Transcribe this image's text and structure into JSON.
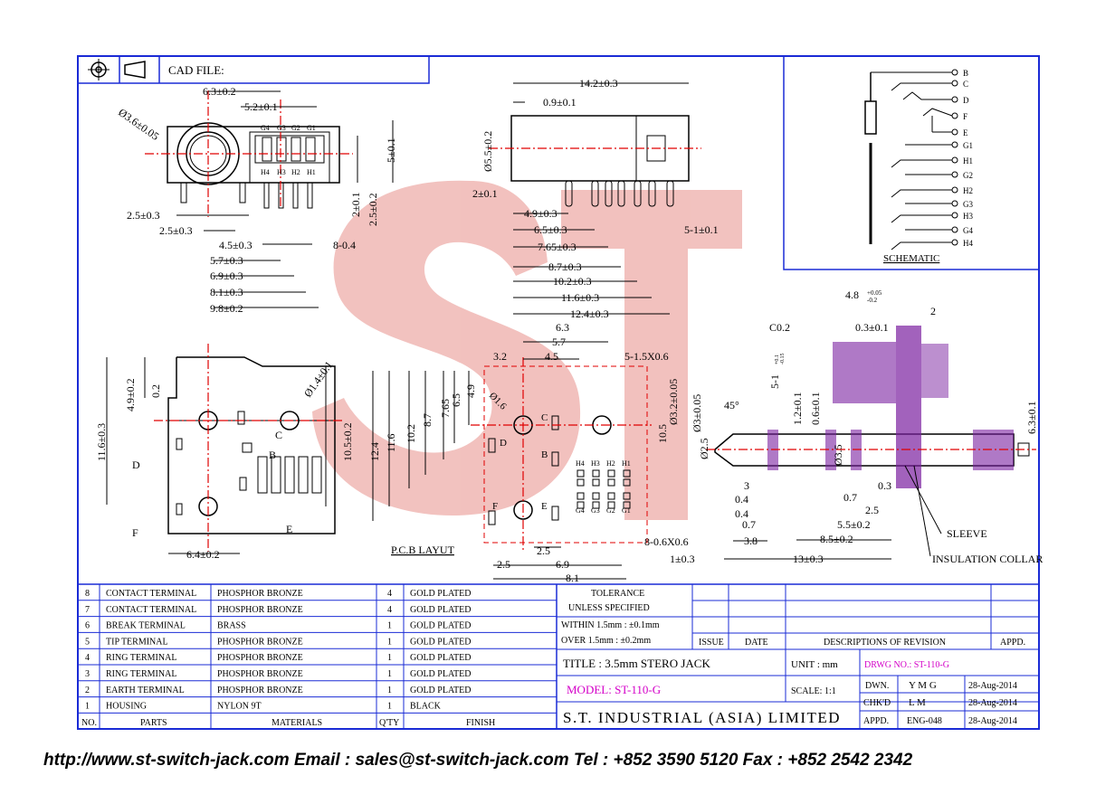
{
  "header": {
    "cad_label": "CAD FILE:"
  },
  "top_view": {
    "dims": [
      "6.3±0.2",
      "5.2±0.1",
      "Ø3.6±0.05",
      "5±0.1",
      "2±0.1",
      "2.5±0.2",
      "2.5±0.3",
      "2.5±0.3",
      "4.5±0.3",
      "5.7±0.3",
      "6.9±0.3",
      "8.1±0.3",
      "9.8±0.2",
      "8-0.4"
    ],
    "terminals_top": [
      "G4",
      "G3",
      "G2",
      "G1"
    ],
    "terminals_bottom": [
      "H4",
      "H3",
      "H2",
      "H1"
    ]
  },
  "side_view": {
    "dims": [
      "14.2±0.3",
      "0.9±0.1",
      "Ø5.5±0.2",
      "2±0.1",
      "4.9±0.3",
      "6.5±0.3",
      "7.65±0.3",
      "8.7±0.3",
      "10.2±0.3",
      "11.6±0.3",
      "12.4±0.3",
      "5-1±0.1"
    ]
  },
  "schematic": {
    "title": "SCHEMATIC",
    "pins": [
      "B",
      "C",
      "D",
      "F",
      "E",
      "G1",
      "H1",
      "G2",
      "H2",
      "G3",
      "H3",
      "G4",
      "H4"
    ]
  },
  "front_view": {
    "dims": [
      "4.9±0.2",
      "0.2",
      "11.6±0.3",
      "Ø1.4±0.1",
      "10.5±0.2",
      "6.4±0.2"
    ],
    "labels": [
      "D",
      "F",
      "C",
      "B",
      "E"
    ]
  },
  "pcb_layout": {
    "title": "P.C.B LAYUT",
    "dims": [
      "6.3",
      "5.7",
      "4.5",
      "3.2",
      "12.4",
      "11.6",
      "10.2",
      "8.7",
      "7.65",
      "6.5",
      "4.9",
      "Ø1.6",
      "10.5",
      "5-1.5X0.6",
      "Ø3.2±0.05",
      "2.5",
      "6.9",
      "8.1",
      "2.5",
      "8-0.6X0.6"
    ],
    "labels": [
      "C",
      "D",
      "B",
      "F",
      "E"
    ],
    "pad_top": [
      "H4",
      "H3",
      "H2",
      "H1"
    ],
    "pad_bottom": [
      "G4",
      "G3",
      "G2",
      "G1"
    ]
  },
  "plug_view": {
    "dims": [
      "4.8",
      "+0.05",
      "-0.2",
      "2",
      "C0.2",
      "0.3±0.1",
      "5-1",
      "+0.1",
      "-0.15",
      "1.2±0.1",
      "0.6±0.1",
      "6.3±0.1",
      "Ø3±0.05",
      "45°",
      "Ø2.5",
      "Ø3.5",
      "3",
      "0.4",
      "0.4",
      "0.7",
      "0.7",
      "2.5",
      "0.3",
      "5.5±0.2",
      "3.8",
      "8.5±0.2",
      "1±0.3",
      "13±0.3"
    ],
    "labels": [
      "SLEEVE",
      "INSULATION COLLAR"
    ]
  },
  "bom": {
    "headers": [
      "NO.",
      "PARTS",
      "MATERIALS",
      "Q'TY",
      "FINISH"
    ],
    "rows": [
      {
        "no": "8",
        "part": "CONTACT TERMINAL",
        "material": "PHOSPHOR BRONZE",
        "qty": "4",
        "finish": "GOLD PLATED"
      },
      {
        "no": "7",
        "part": "CONTACT TERMINAL",
        "material": "PHOSPHOR BRONZE",
        "qty": "4",
        "finish": "GOLD PLATED"
      },
      {
        "no": "6",
        "part": "BREAK TERMINAL",
        "material": "BRASS",
        "qty": "1",
        "finish": "GOLD PLATED"
      },
      {
        "no": "5",
        "part": "TIP TERMINAL",
        "material": "PHOSPHOR BRONZE",
        "qty": "1",
        "finish": "GOLD PLATED"
      },
      {
        "no": "4",
        "part": "RING TERMINAL",
        "material": "PHOSPHOR BRONZE",
        "qty": "1",
        "finish": "GOLD PLATED"
      },
      {
        "no": "3",
        "part": "RING TERMINAL",
        "material": "PHOSPHOR BRONZE",
        "qty": "1",
        "finish": "GOLD PLATED"
      },
      {
        "no": "2",
        "part": "EARTH TERMINAL",
        "material": "PHOSPHOR BRONZE",
        "qty": "1",
        "finish": "GOLD PLATED"
      },
      {
        "no": "1",
        "part": "HOUSING",
        "material": "NYLON 9T",
        "qty": "1",
        "finish": "BLACK"
      }
    ]
  },
  "title_block": {
    "tolerance": "TOLERANCE",
    "unless": "UNLESS SPECIFIED",
    "within": "WITHIN 1.5mm : ±0.1mm",
    "over": "OVER 1.5mm : ±0.2mm",
    "issue": "ISSUE",
    "date": "DATE",
    "desc": "DESCRIPTIONS OF REVISION",
    "appd": "APPD.",
    "title": "TITLE : 3.5mm STERO JACK",
    "unit": "UNIT : mm",
    "drwg": "DRWG NO.: ST-110-G",
    "model": "MODEL: ST-110-G",
    "scale": "SCALE: 1:1",
    "dwn": "DWN.",
    "dwn_by": "Y M G",
    "dwn_date": "28-Aug-2014",
    "chkd": "CHK'D",
    "chkd_by": "L M",
    "chkd_date": "28-Aug-2014",
    "appd2": "APPD.",
    "appd_by": "ENG-048",
    "appd_date": "28-Aug-2014",
    "company": "S.T. INDUSTRIAL (ASIA) LIMITED"
  },
  "watermark": {
    "text": "ST"
  },
  "footer": {
    "text": "http://www.st-switch-jack.com  Email : sales@st-switch-jack.com  Tel : +852 3590 5120  Fax : +852 2542 2342"
  },
  "colors": {
    "border": "#1a2bd6",
    "ink": "#000000",
    "red": "#e00000",
    "watermark": "#e8908a",
    "magenta": "#d400c8"
  }
}
